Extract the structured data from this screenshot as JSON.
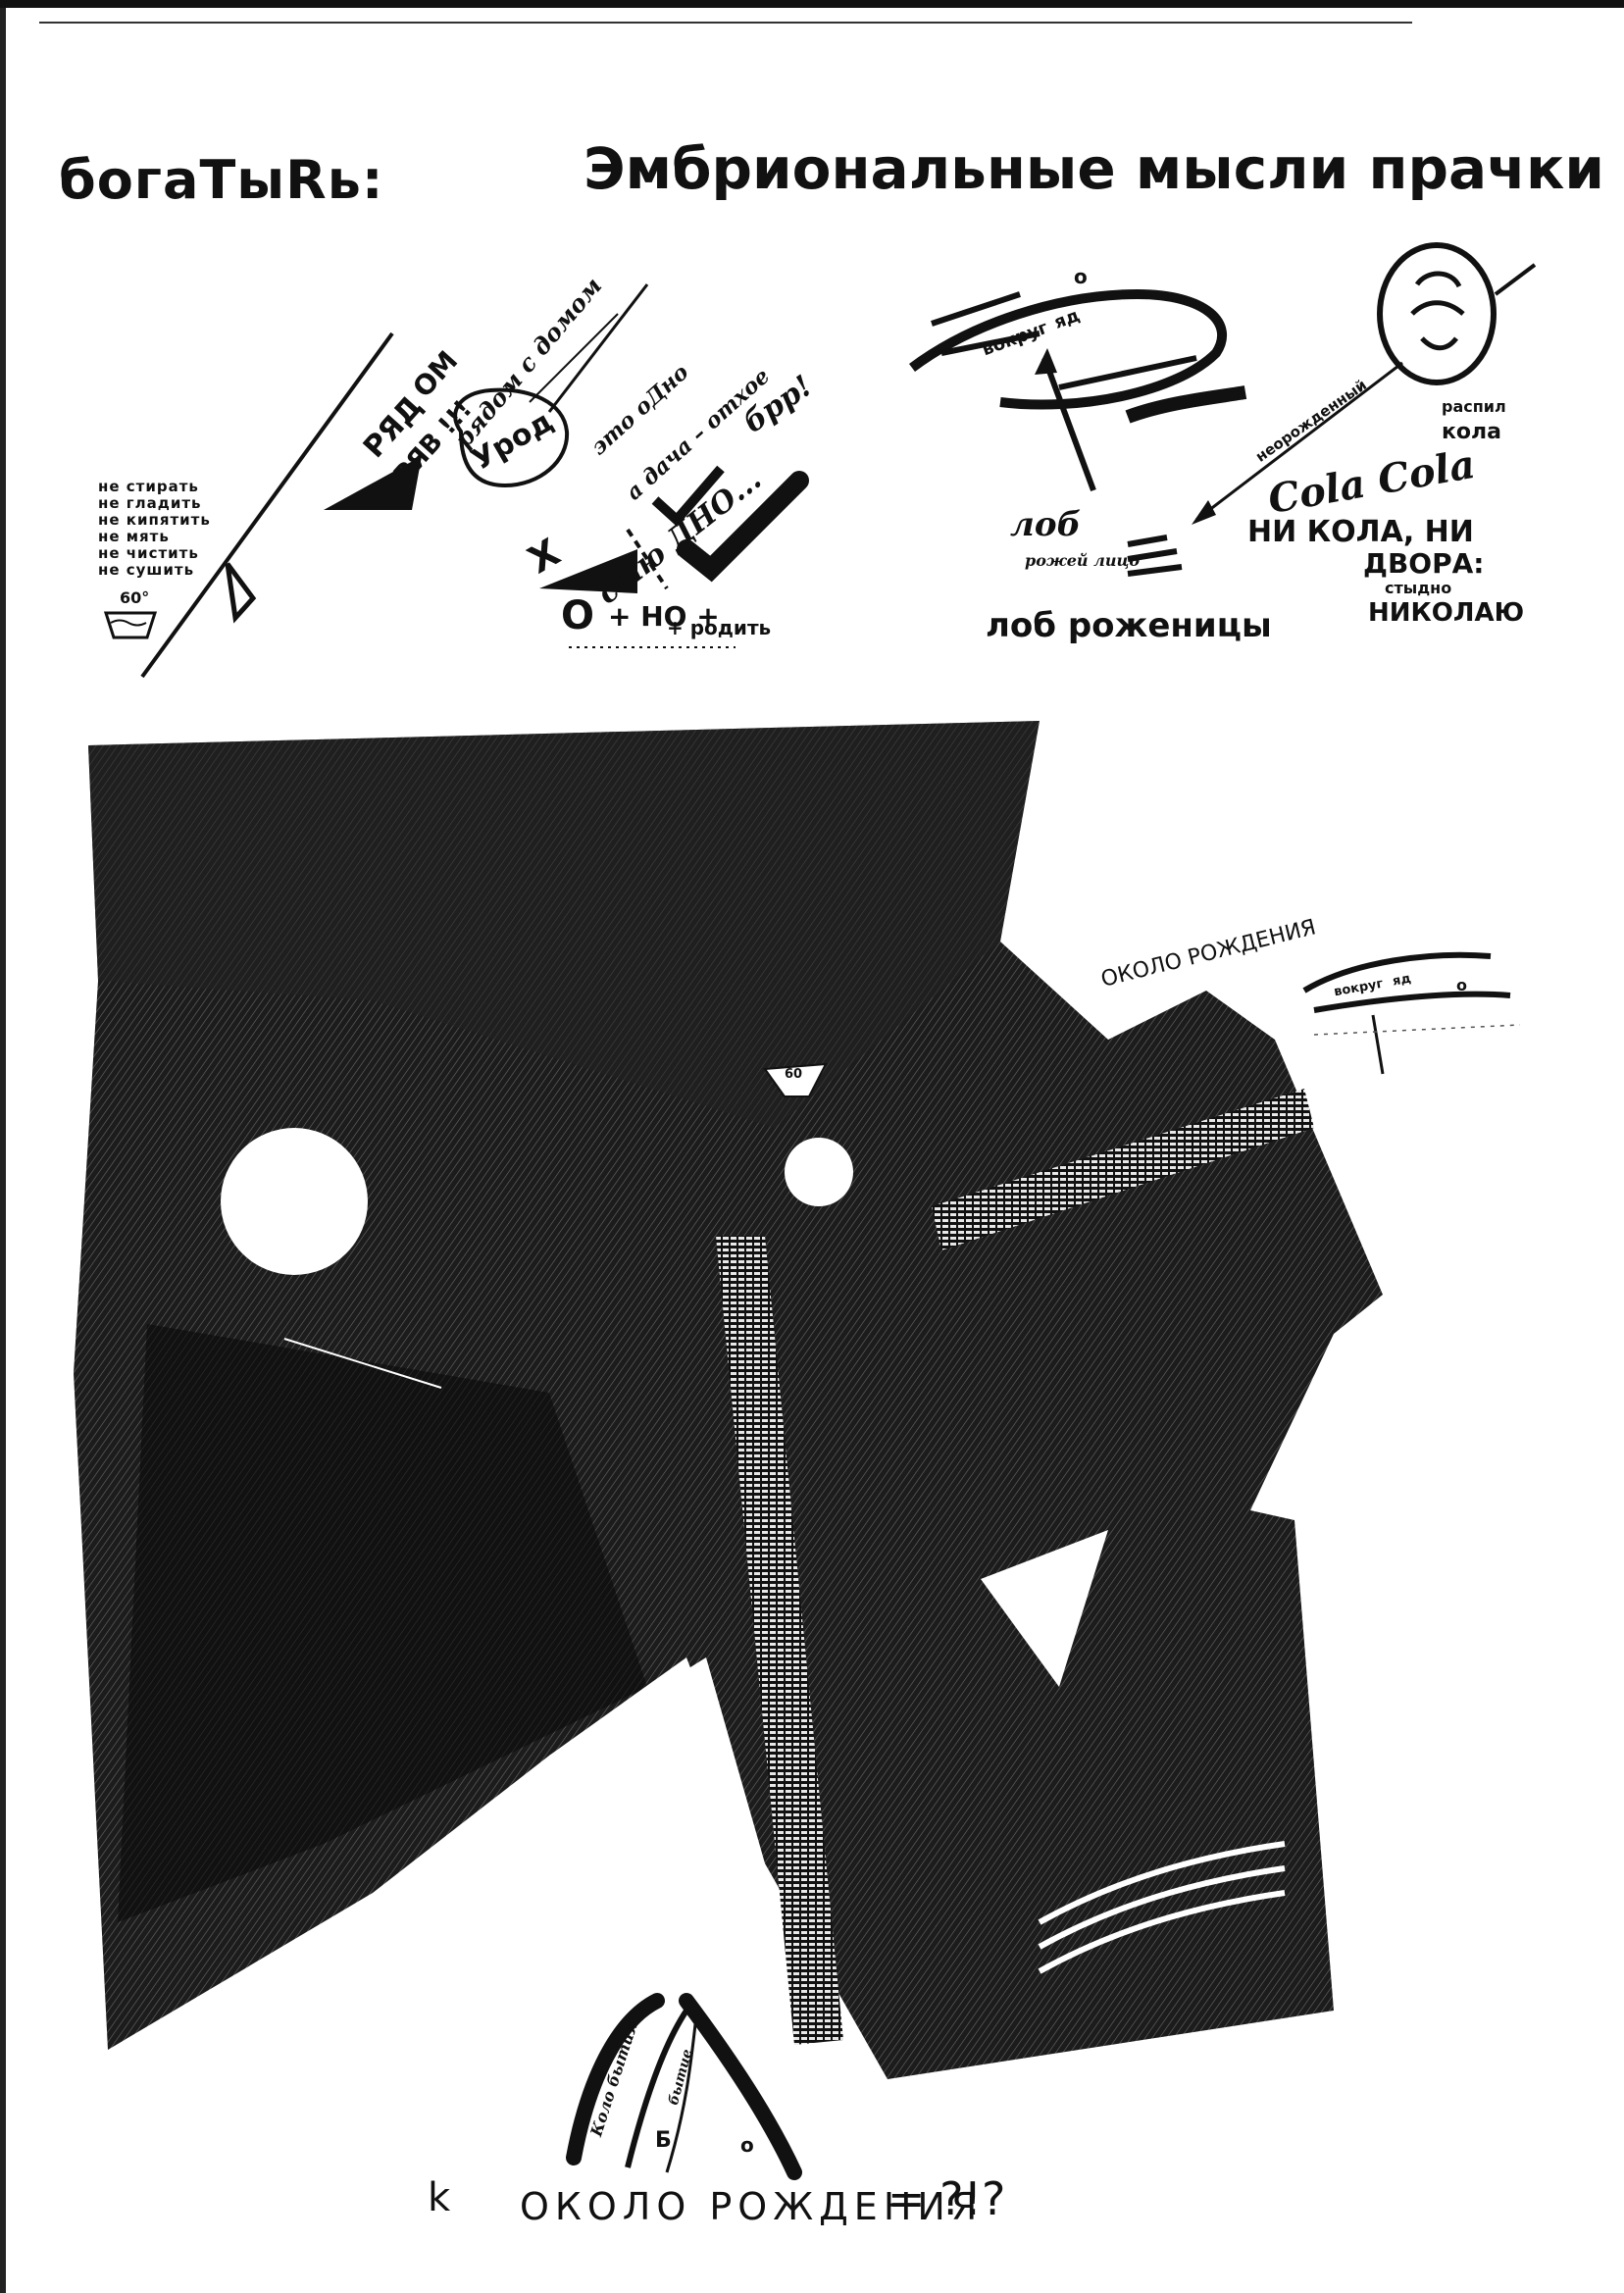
{
  "header": {
    "author": "богаТыRь:",
    "title": "Эмбриональные мысли прачки"
  },
  "left_sketch": {
    "care_labels": [
      "не стирать",
      "не гладить",
      "не кипятить",
      "не мять",
      "не чистить",
      "не сушить"
    ],
    "tub_temp": "60°",
    "phrases": [
      "РЯД",
      "ОМ",
      "РЯВ !!!",
      "рядом с домом",
      "Урод",
      "это оДно",
      "а дача – отхое",
      "Х",
      "сыю ДНО...",
      "брр!",
      "О",
      "+ НО +",
      "+ родить"
    ]
  },
  "right_sketch": {
    "phrases": [
      "вокруг",
      "яд",
      "о",
      "лоб",
      "рожей лицо",
      "лоб роженицы",
      "неорожденный",
      "распил",
      "кола",
      "Cola Cola",
      "НИ КОЛА, НИ",
      "ДВОРА:",
      "стыдно",
      "НИКОЛАЮ"
    ]
  },
  "mid_sketch": {
    "phrases": [
      "ОКОЛО РОЖДЕНИЯ",
      "вокруг",
      "яд",
      "о"
    ]
  },
  "photo": {
    "label_temp": "60"
  },
  "bottom": {
    "phrases": [
      "Коло бытия",
      "Б",
      "бытие",
      "о",
      "k",
      "ОКОЛО РОЖДЕНИЯ",
      "= ?!?"
    ]
  }
}
